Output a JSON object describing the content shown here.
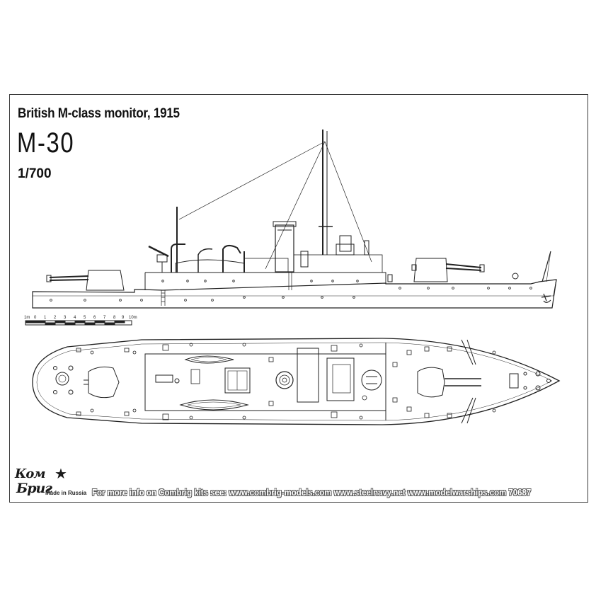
{
  "header": {
    "subtitle": "British M-class monitor, 1915",
    "ship_name": "M-30",
    "scale": "1/700"
  },
  "scale_bar": {
    "labels": [
      "1m",
      "0",
      "1",
      "2",
      "3",
      "4",
      "5",
      "6",
      "7",
      "8",
      "9",
      "10m"
    ]
  },
  "footer": {
    "info_text": "For more info on Combrig kits see: www.combrig-models.com www.steelnavy.net www.modelwarships.com 70687"
  },
  "logo": {
    "line1": "Ком",
    "line2": "Бриг",
    "made_in": "Made in Russia"
  },
  "colors": {
    "line": "#222222",
    "background": "#ffffff"
  }
}
